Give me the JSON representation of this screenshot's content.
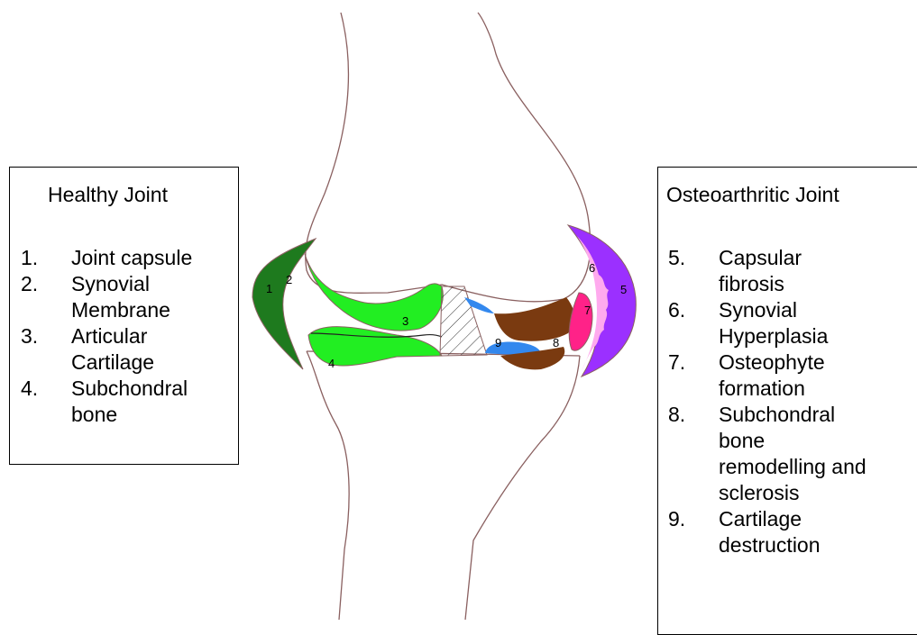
{
  "healthy": {
    "title": "Healthy Joint",
    "items": [
      {
        "num": "1.",
        "text": "Joint capsule"
      },
      {
        "num": "2.",
        "text": "Synovial\nMembrane"
      },
      {
        "num": "3.",
        "text": "Articular\nCartilage"
      },
      {
        "num": "4.",
        "text": "Subchondral\nbone"
      }
    ]
  },
  "osteoarthritic": {
    "title": "Osteoarthritic Joint",
    "items": [
      {
        "num": "5.",
        "text": "Capsular\nfibrosis"
      },
      {
        "num": "6.",
        "text": "Synovial\nHyperplasia"
      },
      {
        "num": "7.",
        "text": "Osteophyte\nformation"
      },
      {
        "num": "8.",
        "text": "Subchondral\nbone\nremodelling and\nsclerosis"
      },
      {
        "num": "9.",
        "text": "Cartilage\ndestruction"
      }
    ]
  },
  "diagram_labels": {
    "l1": "1",
    "l2": "2",
    "l3": "3",
    "l4": "4",
    "l5": "5",
    "l6": "6",
    "l7": "7",
    "l8": "8",
    "l9": "9"
  },
  "colors": {
    "joint_capsule": "#1e7a1e",
    "cartilage": "#22ee22",
    "capsular_fibrosis": "#9b30ff",
    "hyperplasia": "#ffaaee",
    "osteophyte": "#ff2288",
    "subchondral_sclerosis": "#7a3a10",
    "cartilage_destruction": "#3388ee"
  }
}
